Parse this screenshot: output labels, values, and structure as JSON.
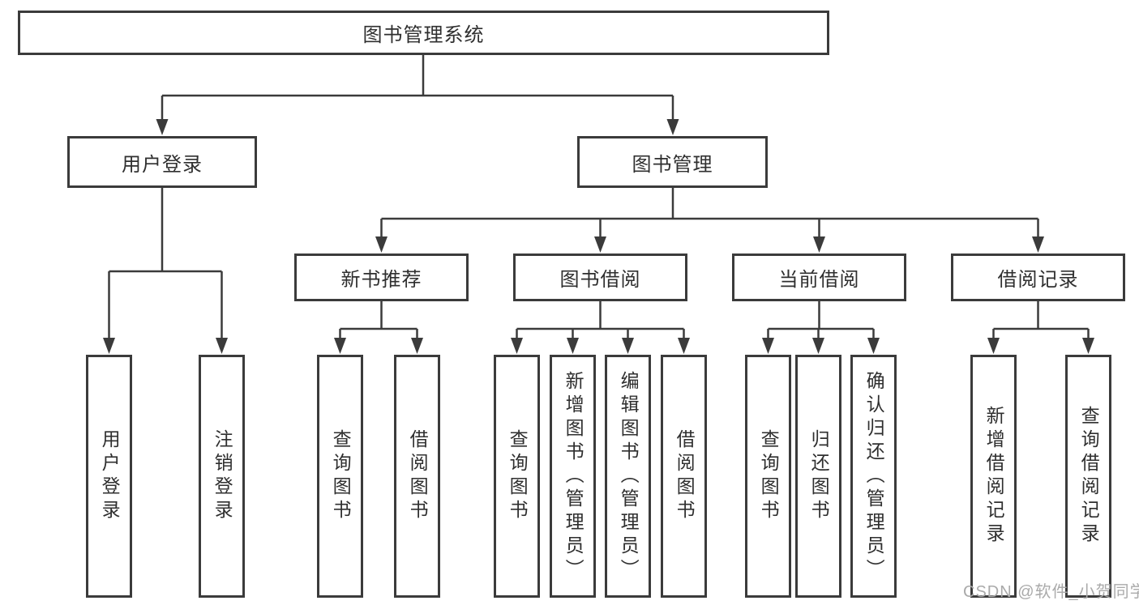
{
  "diagram": {
    "colors": {
      "background": "#ffffff",
      "line": "#3b3b3b",
      "text": "#2f2f2f",
      "watermark": "#aaaaaa"
    },
    "tree": {
      "label": "图书管理系统",
      "children": [
        {
          "label": "用户登录",
          "children": [
            {
              "label": "用户登录"
            },
            {
              "label": "注销登录"
            }
          ]
        },
        {
          "label": "图书管理",
          "children": [
            {
              "label": "新书推荐",
              "children": [
                {
                  "label": "查询图书"
                },
                {
                  "label": "借阅图书"
                }
              ]
            },
            {
              "label": "图书借阅",
              "children": [
                {
                  "label": "查询图书"
                },
                {
                  "label": "新增图书（管理员）"
                },
                {
                  "label": "编辑图书（管理员）"
                },
                {
                  "label": "借阅图书"
                }
              ]
            },
            {
              "label": "当前借阅",
              "children": [
                {
                  "label": "查询图书"
                },
                {
                  "label": "归还图书"
                },
                {
                  "label": "确认归还（管理员）"
                }
              ]
            },
            {
              "label": "借阅记录",
              "children": [
                {
                  "label": "新增借阅记录"
                },
                {
                  "label": "查询借阅记录"
                }
              ]
            }
          ]
        }
      ]
    }
  },
  "watermark": {
    "text": "CSDN @软件_小贺同学"
  }
}
